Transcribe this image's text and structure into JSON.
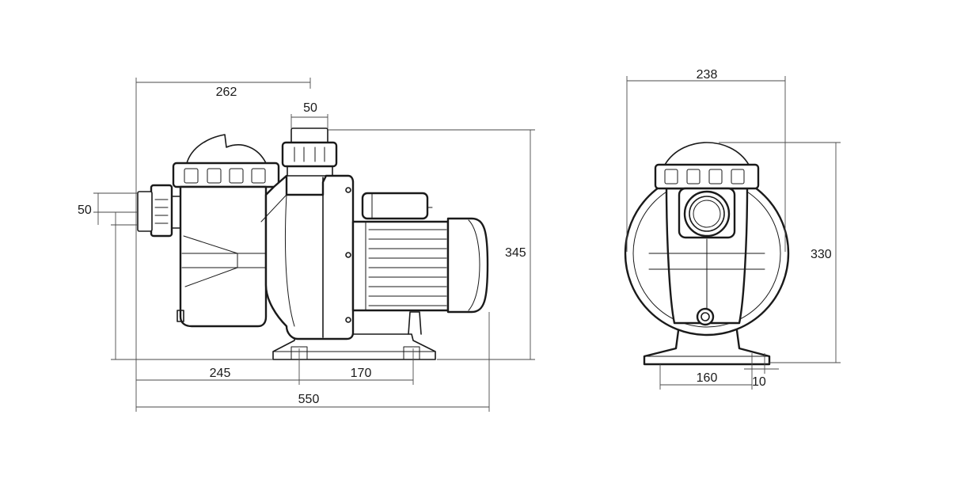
{
  "drawing": {
    "side_view": {
      "dimensions": {
        "top_length": "262",
        "outlet_diameter": "50",
        "inlet_diameter": "50",
        "height": "345",
        "base_front": "245",
        "base_span": "170",
        "overall_length": "550"
      }
    },
    "front_view": {
      "dimensions": {
        "width": "238",
        "height": "330",
        "base_span": "160",
        "base_offset": "10"
      }
    }
  },
  "colors": {
    "line": "#1a1a1a",
    "dimension_line": "#4a4a4a",
    "background": "#ffffff"
  }
}
